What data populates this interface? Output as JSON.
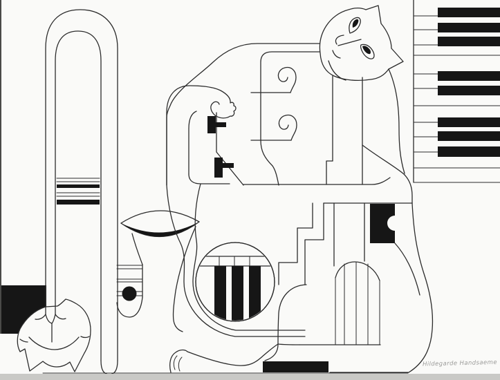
{
  "artwork": {
    "signature": "Hildegarde Handsaeme",
    "elements": [
      "trombone",
      "trombone-slide-stripes",
      "inverted-cat-face-bell",
      "tuba-bell",
      "valve-stripes",
      "valve-dot",
      "valve-keys",
      "arm-and-paw",
      "piano-roundel",
      "blowpipe",
      "cat-head",
      "cat-eyes",
      "violin-scrolls",
      "cello-neck",
      "waist-notch",
      "strings-bridge",
      "guitar-body",
      "haunch",
      "front-paw",
      "vertical-piano-keyboard",
      "black-band",
      "shadow-rectangle"
    ]
  },
  "colors": {
    "paper": "#fafaf8",
    "ink": "#2b2b2b",
    "black_fill": "#161616",
    "signature_ink": "#9b9b99",
    "bottom_shadow": "#c9c9c6"
  }
}
